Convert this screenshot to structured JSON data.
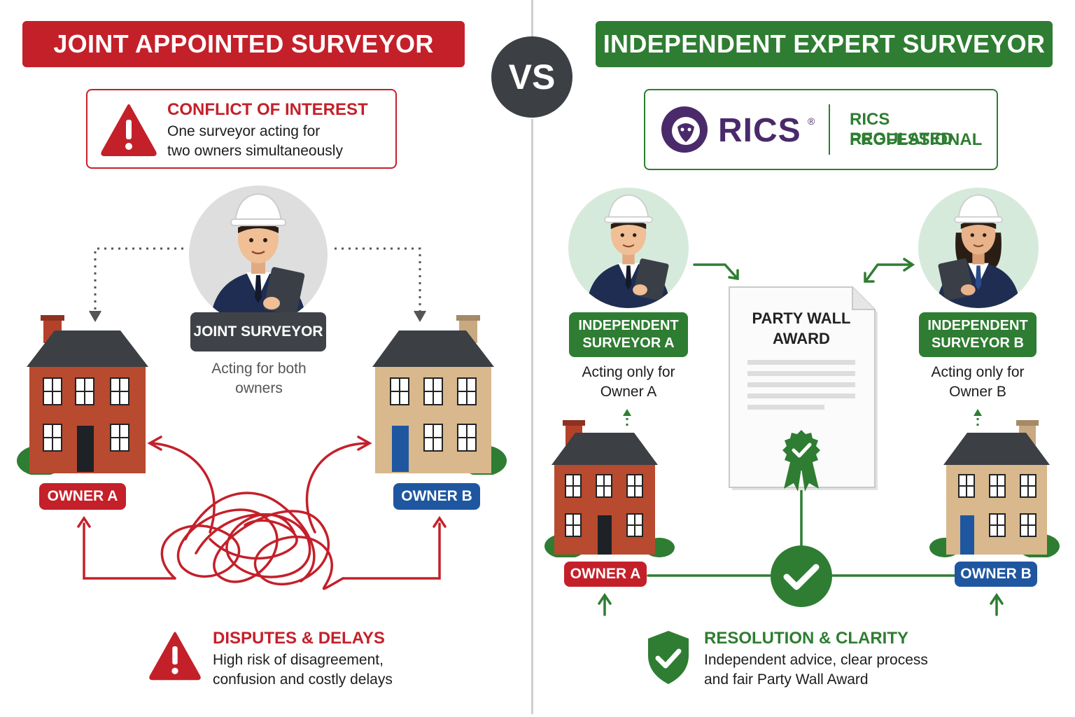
{
  "left": {
    "banner": "JOINT APPOINTED SURVEYOR",
    "conflict": {
      "title": "CONFLICT OF INTEREST",
      "line1": "One surveyor acting for",
      "line2": "two owners simultaneously"
    },
    "surveyor_label": "JOINT SURVEYOR",
    "surveyor_caption_1": "Acting for both",
    "surveyor_caption_2": "owners",
    "owner_a": "OWNER A",
    "owner_b": "OWNER B",
    "disputes": {
      "title": "DISPUTES & DELAYS",
      "line1": "High risk of disagreement,",
      "line2": "confusion and costly delays"
    }
  },
  "vs": "VS",
  "right": {
    "banner": "INDEPENDENT EXPERT SURVEYOR",
    "rics_logo_text": "RICS",
    "rics_reg": "®",
    "rics_line1": "RICS REGULATED",
    "rics_line2": "PROFESSIONAL",
    "surveyor_a_1": "INDEPENDENT",
    "surveyor_a_2": "SURVEYOR A",
    "surveyor_a_caption_1": "Acting only for",
    "surveyor_a_caption_2": "Owner A",
    "surveyor_b_1": "INDEPENDENT",
    "surveyor_b_2": "SURVEYOR B",
    "surveyor_b_caption_1": "Acting only for",
    "surveyor_b_caption_2": "Owner B",
    "award_1": "PARTY WALL",
    "award_2": "AWARD",
    "owner_a": "OWNER A",
    "owner_b": "OWNER B",
    "resolution": {
      "title": "RESOLUTION & CLARITY",
      "line1": "Independent advice, clear process",
      "line2": "and fair Party Wall Award"
    }
  },
  "colors": {
    "red": "#c4202a",
    "green": "#2e7d32",
    "blue": "#1f56a0",
    "dark": "#3c3f44"
  },
  "icons": [
    "warning-icon",
    "shield-check-icon",
    "check-icon",
    "award-ribbon-icon",
    "rics-lion-icon",
    "house-icon",
    "surveyor-icon"
  ]
}
